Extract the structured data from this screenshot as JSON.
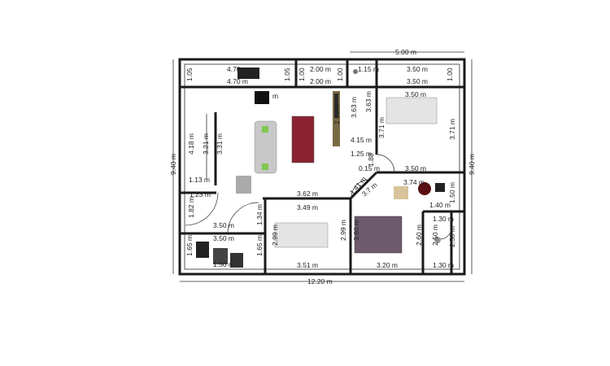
{
  "plan": {
    "overall": {
      "width": "12.20 m",
      "height_left": "9.40 m",
      "height_right": "9.40 m",
      "top_right": "5.00 m"
    },
    "labels": [
      "4.70 m",
      "4.70 m",
      "2.00 m",
      "2.00 m",
      "1.15 m",
      "3.50 m",
      "3.50 m",
      "3.50 m",
      "1.05",
      "1.05",
      "1.00",
      "1.00",
      "1.00",
      "m",
      "3.63 m",
      "3.63 m",
      "2.53 m",
      "3.71 m",
      "3.71 m",
      "4.18 m",
      "3.21 m",
      "3.31 m",
      "4.15 m",
      "1.25 m",
      "0.15 m",
      "3.50 m",
      "1.88",
      "1.13 m",
      "1.23 m",
      "3.62 m",
      "1.41 m",
      "3.7 m",
      "3.74 m",
      "1.50 m",
      "1.40 m",
      "1.82 m",
      "1.34 m",
      "3.49 m",
      "3.50 m",
      "3.50 m",
      "2.99 m",
      "2.99 m",
      "3.60 m",
      "1.30 m",
      "2.60 m",
      "2.50 m",
      "2.50 m",
      "1.65 m",
      "1.65 m",
      "1.50 m",
      "3.51 m",
      "3.20 m",
      "1.30 m"
    ]
  },
  "colors": {
    "wall": "#1a1a1a",
    "sofa": "#c8c8c8",
    "rug": "#8a2230",
    "bed": "#e4e4e4",
    "bedspread_purple": "#6d5a6c",
    "cushion": "#7ec850"
  },
  "icons": [
    "sofa-icon",
    "rug-icon",
    "tv-icon",
    "bed-icon",
    "table-icon",
    "chair-icon",
    "toilet-icon",
    "sink-icon",
    "wardrobe-icon"
  ]
}
